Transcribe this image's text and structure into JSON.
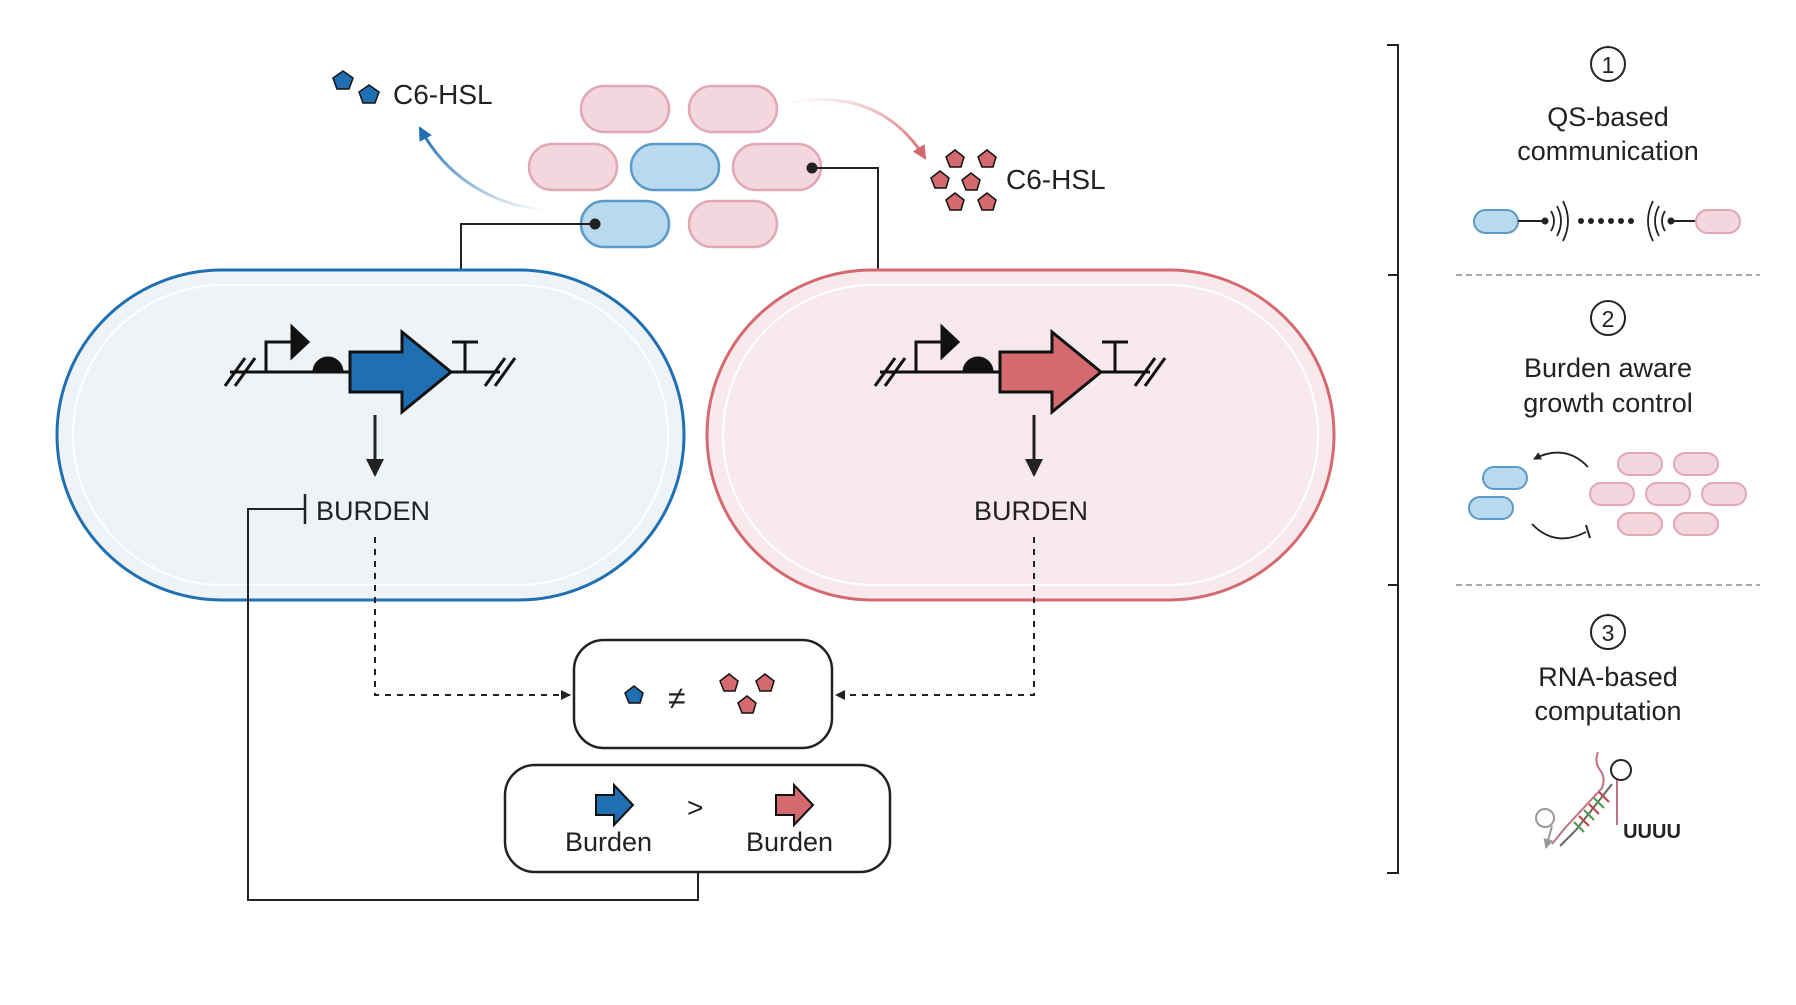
{
  "signals": {
    "blue_label": "C6-HSL",
    "red_label": "C6-HSL"
  },
  "cells": {
    "blue": {
      "output_label": "BURDEN"
    },
    "red": {
      "output_label": "BURDEN"
    }
  },
  "comparison": {
    "not_equal_symbol": "≠",
    "greater_symbol": ">",
    "left_label": "Burden",
    "right_label": "Burden"
  },
  "sidebar": {
    "sections": [
      {
        "number": "1",
        "title_line1": "QS-based",
        "title_line2": "communication"
      },
      {
        "number": "2",
        "title_line1": "Burden aware",
        "title_line2": "growth control"
      },
      {
        "number": "3",
        "title_line1": "RNA-based",
        "title_line2": "computation",
        "rna_label": "UUUU"
      }
    ]
  },
  "colors": {
    "blue": "#1f6fb2",
    "blue_fill": "#b9d9ee",
    "red": "#d46a70",
    "red_fill": "#f4d6df",
    "cell_blue_bg": "#edf3f6",
    "cell_red_bg": "#f8e9ec"
  }
}
